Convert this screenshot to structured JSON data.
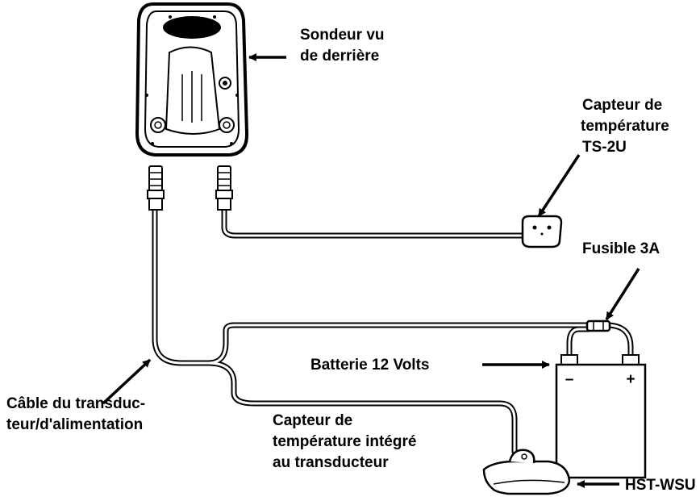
{
  "labels": {
    "sonar_line1": "Sondeur vu",
    "sonar_line2": "de derrière",
    "temp_sensor_line1": "Capteur de",
    "temp_sensor_line2": "température",
    "temp_sensor_line3": "TS-2U",
    "fuse": "Fusible 3A",
    "battery": "Batterie 12 Volts",
    "battery_minus": "–",
    "battery_plus": "+",
    "cable_line1": "Câble du transduc-",
    "cable_line2": "teur/d'alimentation",
    "integrated_line1": "Capteur de",
    "integrated_line2": "température intégré",
    "integrated_line3": "au transducteur",
    "transducer": "HST-WSU"
  }
}
